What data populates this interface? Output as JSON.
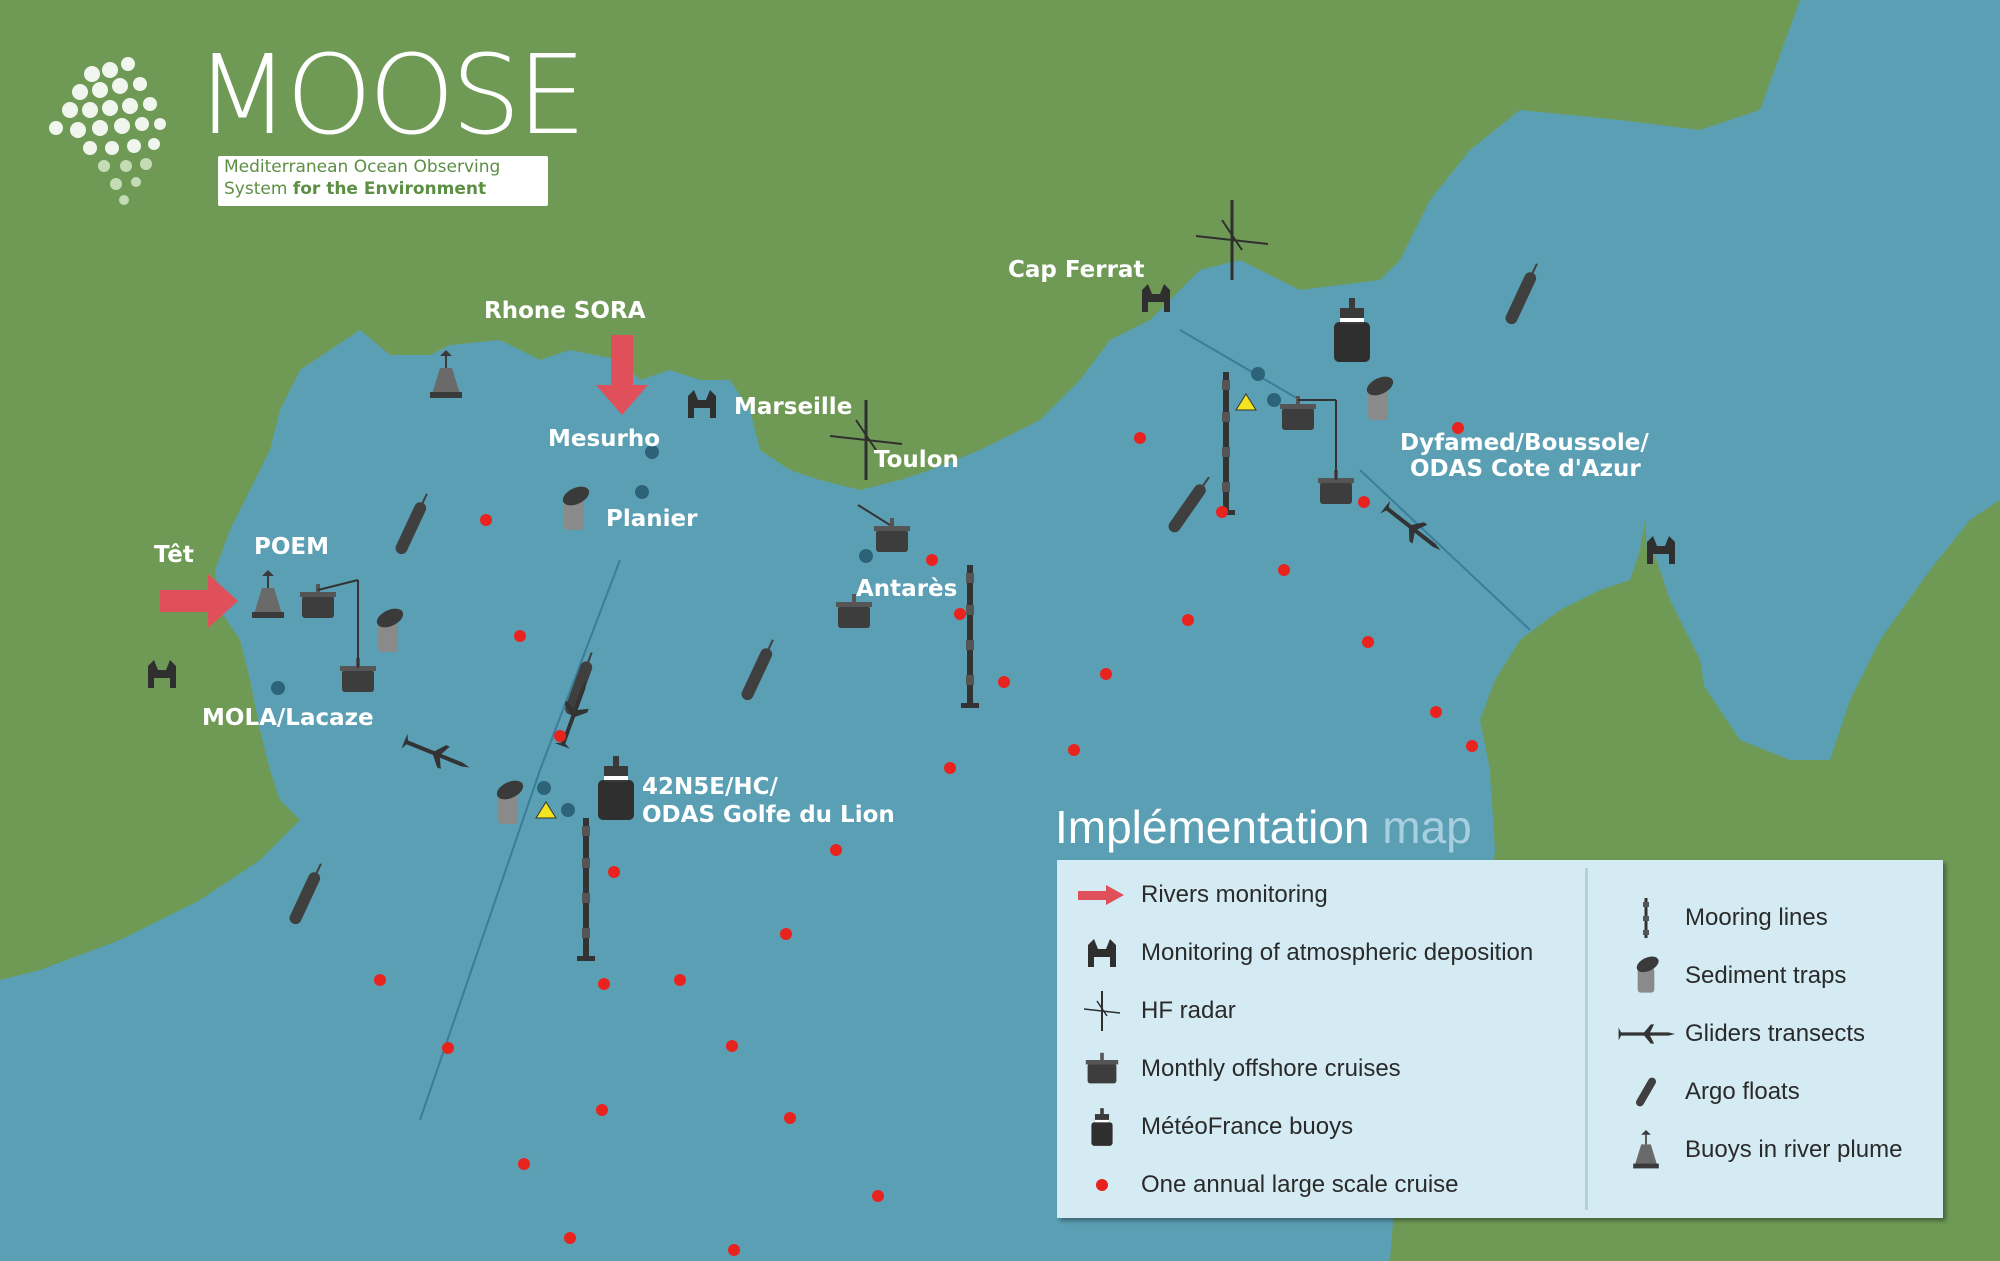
{
  "logo": {
    "title": "MOOSE",
    "subtitle_line1": "Mediterranean Ocean Observing",
    "subtitle_line2_a": "System",
    "subtitle_line2_b": "for the Environment"
  },
  "places": {
    "rhone_sora": "Rhone SORA",
    "cap_ferrat": "Cap Ferrat",
    "marseille": "Marseille",
    "mesurho": "Mesurho",
    "toulon": "Toulon",
    "planier": "Planier",
    "tet": "Têt",
    "poem": "POEM",
    "antares": "Antarès",
    "mola": "MOLA/Lacaze",
    "lion_1": "42N5E/HC/",
    "lion_2": "ODAS Golfe du Lion",
    "dyfamed_1": "Dyfamed/Boussole/",
    "dyfamed_2": "ODAS Cote d'Azur"
  },
  "legend": {
    "title_main": "Implémentation",
    "title_sub": "map",
    "left": [
      {
        "icon": "red-arrow-icon",
        "label": "Rivers monitoring"
      },
      {
        "icon": "atmospheric-deposition-icon",
        "label": "Monitoring of atmospheric deposition"
      },
      {
        "icon": "hf-radar-icon",
        "label": "HF radar"
      },
      {
        "icon": "offshore-cruise-icon",
        "label": "Monthly offshore cruises"
      },
      {
        "icon": "meteofrance-buoy-icon",
        "label": "MétéoFrance buoys"
      },
      {
        "icon": "red-dot-icon",
        "label": "One annual large scale cruise"
      }
    ],
    "right": [
      {
        "icon": "mooring-line-icon",
        "label": "Mooring lines"
      },
      {
        "icon": "sediment-trap-icon",
        "label": "Sediment traps"
      },
      {
        "icon": "glider-icon",
        "label": "Gliders transects"
      },
      {
        "icon": "argo-float-icon",
        "label": "Argo floats"
      },
      {
        "icon": "river-plume-buoy-icon",
        "label": "Buoys in river plume"
      }
    ]
  },
  "colors": {
    "land": "#6f9a56",
    "sea": "#5b9fb4",
    "river_arrow": "#e0505a",
    "cruise_dot": "#e8231e",
    "station": "#2c6379",
    "triangle": "#f2e41e",
    "legend_bg": "#d4ebf3"
  }
}
